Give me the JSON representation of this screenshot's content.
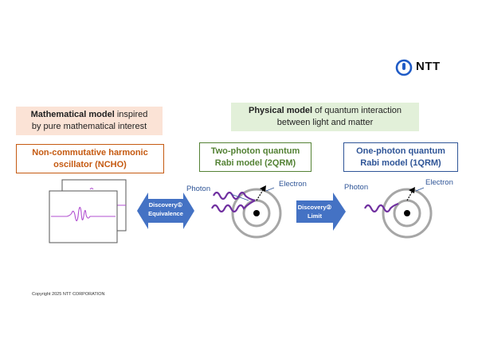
{
  "logo": {
    "text": "NTT"
  },
  "math_label": {
    "bold": "Mathematical model",
    "rest1": " inspired",
    "rest2": "by pure mathematical interest"
  },
  "phys_label": {
    "bold": "Physical model",
    "rest1": " of quantum interaction",
    "rest2": "between light and matter"
  },
  "models": {
    "ncho": {
      "line1": "Non-commutative harmonic",
      "line2": "oscillator (NCHO)"
    },
    "qrm2": {
      "line1": "Two-photon quantum",
      "line2": "Rabi model (2QRM)"
    },
    "qrm1": {
      "line1": "One-photon quantum",
      "line2": "Rabi model (1QRM)"
    }
  },
  "arrows": {
    "discovery1": {
      "line1": "Discovery①",
      "line2": "Equivalence"
    },
    "discovery2": {
      "line1": "Discovery②",
      "line2": "Limit"
    }
  },
  "labels": {
    "photon_2qrm": "Photon",
    "electron_2qrm": "Electron",
    "photon_1qrm": "Photon",
    "electron_1qrm": "Electron"
  },
  "copyright": "Copyright 2025 NTT CORPORATION",
  "colors": {
    "math_fill": "#fbe3d6",
    "phys_fill": "#e2f0d9",
    "ncho": "#c55a11",
    "qrm2": "#548235",
    "qrm1": "#2f5597",
    "arrow": "#4472c4",
    "wave": "#7030a0",
    "logo_blue": "#1f5bc6"
  }
}
